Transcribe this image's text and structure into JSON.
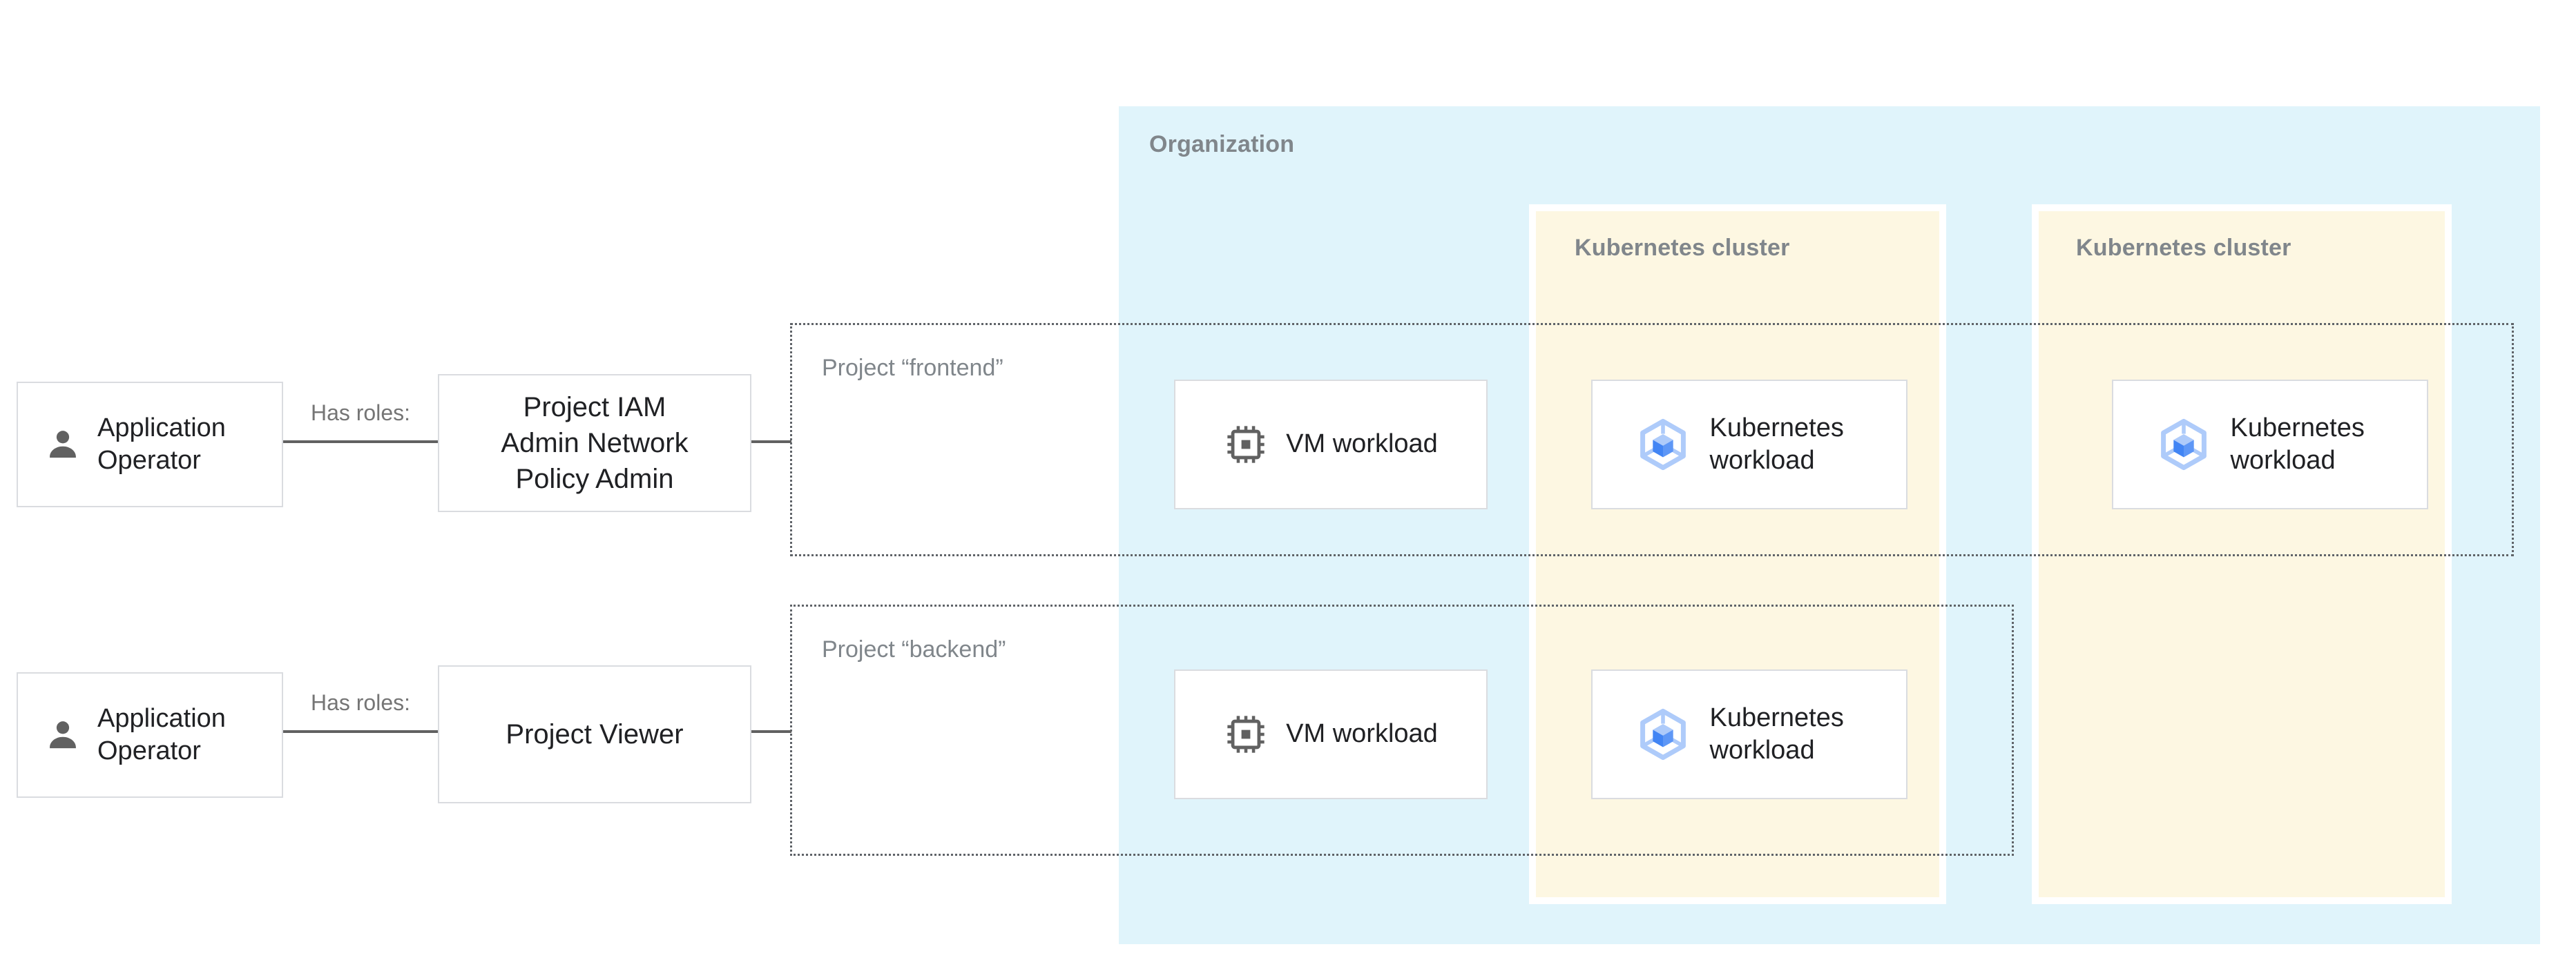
{
  "organization": {
    "label": "Organization"
  },
  "clusters": [
    {
      "label": "Kubernetes cluster"
    },
    {
      "label": "Kubernetes cluster"
    }
  ],
  "rows": [
    {
      "actor": "Application Operator",
      "relation": "Has roles:",
      "role": "Project IAM Admin Network Policy Admin",
      "project": "Project “frontend”"
    },
    {
      "actor": "Application Operator",
      "relation": "Has roles:",
      "role": "Project Viewer",
      "project": "Project “backend”"
    }
  ],
  "workload_boxes": [
    {
      "id": "frontend-vm",
      "icon": "vm-chip-icon",
      "label": "VM workload"
    },
    {
      "id": "frontend-k8s-cluster-1",
      "icon": "gke-hexagon-icon",
      "label": "Kubernetes workload"
    },
    {
      "id": "frontend-k8s-cluster-2",
      "icon": "gke-hexagon-icon",
      "label": "Kubernetes workload"
    },
    {
      "id": "backend-vm",
      "icon": "vm-chip-icon",
      "label": "VM workload"
    },
    {
      "id": "backend-k8s-cluster-1",
      "icon": "gke-hexagon-icon",
      "label": "Kubernetes workload"
    }
  ],
  "colors": {
    "organization_bg": "#E0F4FB",
    "cluster_bg": "#FDF7E2",
    "container_label": "#80868B",
    "relation_label": "#757575",
    "text": "#202124",
    "box_border": "#DADCE0",
    "dashed_border": "#5F6368",
    "connector": "#616161",
    "icon_gray": "#616161",
    "gke_light_blue": "#AECBFA",
    "gke_left_face": "#4285F4",
    "gke_right_face": "#5E97F6"
  }
}
